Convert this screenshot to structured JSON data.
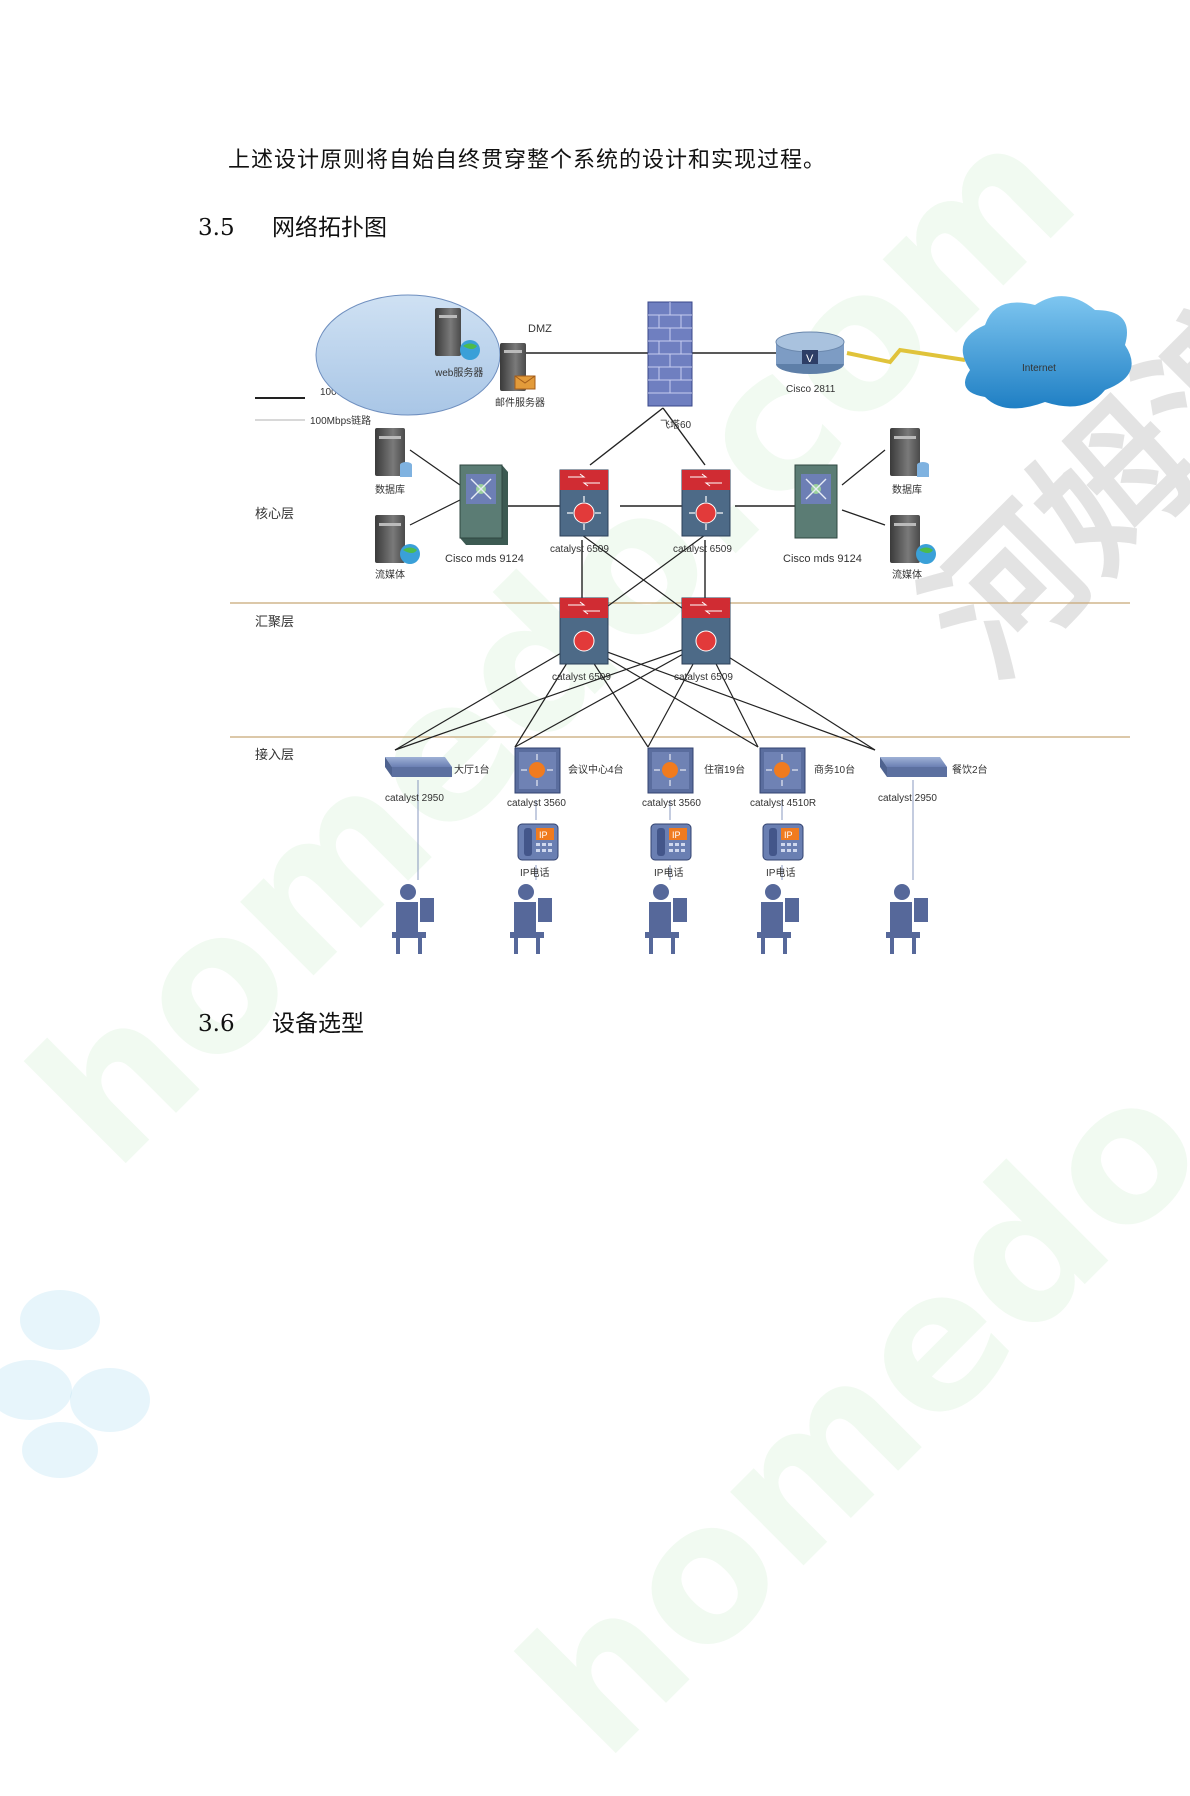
{
  "watermark": {
    "text": "homedo.com",
    "logo_text": "河姆渡"
  },
  "intro_sentence": "上述设计原则将自始自终贯穿整个系统的设计和实现过程。",
  "section_35": {
    "number": "3.5",
    "title": "网络拓扑图"
  },
  "section_36": {
    "number": "3.6",
    "title": "设备选型"
  },
  "diagram": {
    "legend": {
      "thick": "1000Mbps链路",
      "thin": "100Mbps链路"
    },
    "layers": {
      "core": "核心层",
      "aggregation": "汇聚层",
      "access": "接入层"
    },
    "dmz": {
      "label": "DMZ",
      "web_server": "web服务器",
      "mail_server": "邮件服务器"
    },
    "firewall": "飞塔60",
    "router": "Cisco 2811",
    "internet": "Internet",
    "core_left_servers": [
      "数据库",
      "流媒体"
    ],
    "core_right_servers": [
      "数据库",
      "流媒体"
    ],
    "storage_switch": "Cisco mds 9124",
    "core_switch": "catalyst 6509",
    "aggregation_switch": "catalyst 6509",
    "access_switches": [
      {
        "model": "catalyst 2950",
        "note": "大厅1台"
      },
      {
        "model": "catalyst 3560",
        "note": "会议中心4台"
      },
      {
        "model": "catalyst 3560",
        "note": "住宿19台"
      },
      {
        "model": "catalyst 4510R",
        "note": "商务10台"
      },
      {
        "model": "catalyst 2950",
        "note": "餐饮2台"
      }
    ],
    "ip_phone": "IP电话",
    "phone_badge": "IP",
    "router_badge": "V",
    "colors": {
      "line": "#222222",
      "layer_divider": "#c8a676",
      "device_blue": "#56689a",
      "switch_red": "#d02c33",
      "cloud": "#2b8fd0",
      "lightning": "#e0c33a"
    }
  }
}
